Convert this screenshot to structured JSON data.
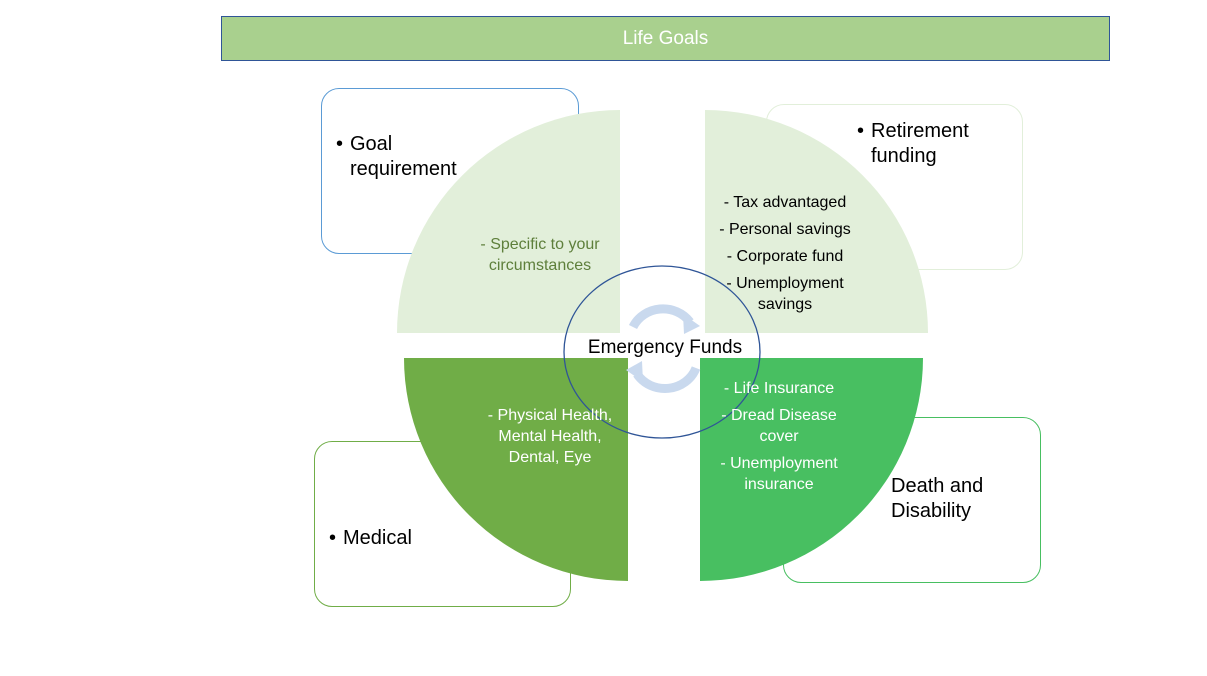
{
  "title": "Life Goals",
  "colors": {
    "title_fill": "#A9D08E",
    "title_border": "#2F5597",
    "quadrant_top_left": "#E2EFDA",
    "quadrant_top_right": "#E2EFDA",
    "quadrant_bottom_left": "#70AD47",
    "quadrant_bottom_right": "#48BF61",
    "center_circle_stroke": "#2F5597",
    "cycle_arrows": "#C9D9EE"
  },
  "boxes": {
    "goal_requirements": {
      "bullet": "•",
      "line1": "Goal",
      "line2": "requirement"
    },
    "retirement_funding": {
      "bullet": "•",
      "line1": "Retirement",
      "line2": "funding"
    },
    "medical": {
      "bullet": "•",
      "line1": "Medical"
    },
    "death_disability": {
      "line1": "Death and",
      "line2": "Disability"
    }
  },
  "quadrants": {
    "top_left": {
      "items": [
        "- Specific to your",
        "circumstances"
      ]
    },
    "top_right": {
      "items": [
        "- Tax advantaged",
        "- Personal savings",
        "- Corporate fund",
        "- Unemployment",
        "savings"
      ]
    },
    "bottom_left": {
      "items": [
        "- Physical Health,",
        "Mental Health,",
        "Dental, Eye"
      ]
    },
    "bottom_right": {
      "items": [
        "- Life Insurance",
        "- Dread Disease",
        "cover",
        "- Unemployment",
        "insurance"
      ]
    }
  },
  "center": {
    "label": "Emergency Funds"
  }
}
